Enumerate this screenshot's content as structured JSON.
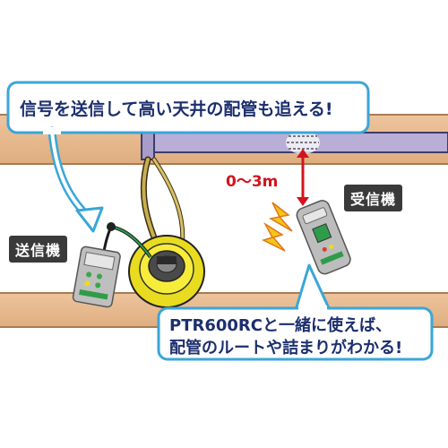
{
  "callout_top": {
    "text": "信号を送信して高い天井の配管も追える!"
  },
  "callout_bottom": {
    "line1": "PTR600RCと一緒に使えば、",
    "line2": "配管のルートや詰まりがわかる!"
  },
  "transmitter": {
    "label": "送信機"
  },
  "receiver": {
    "label": "受信機"
  },
  "distance": {
    "label": "0～3m"
  },
  "colors": {
    "ceiling_band": "#e6b98e",
    "pipe": "#b9aed6",
    "pipe_outline": "#3d3c6b",
    "reel_yellow": "#f0e62a",
    "callout_border": "#3aa6d8",
    "arrow_red": "#d2141e",
    "device_gray": "#b6b6b6",
    "tag_dark": "#3a3a3a"
  }
}
